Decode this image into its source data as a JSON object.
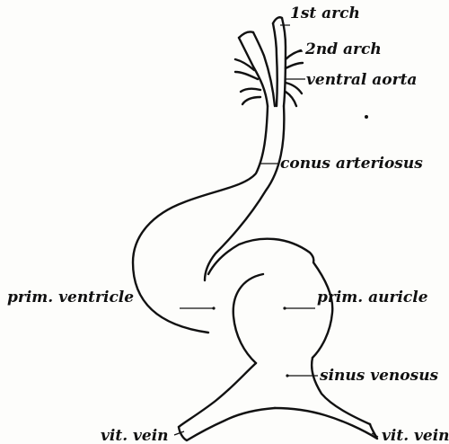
{
  "labels": {
    "first_arch": "1st arch",
    "second_arch": "2nd arch",
    "ventral_aorta": "ventral aorta",
    "conus_arteriosus": "conus arteriosus",
    "prim_ventricle": "prim. ventricle",
    "prim_auricle": "prim. auricle",
    "sinus_venosus": "sinus venosus",
    "vit_vein_left": "vit. vein",
    "vit_vein_right": "vit. vein"
  }
}
